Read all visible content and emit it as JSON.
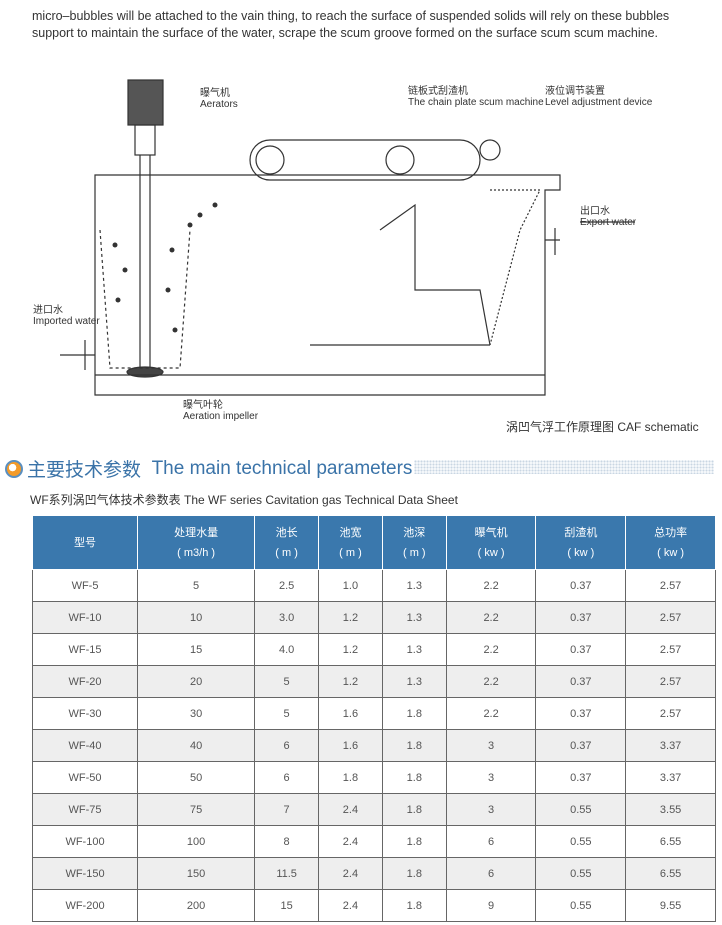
{
  "intro": "micro–bubbles will be attached to the vain thing, to reach the surface of suspended solids will rely on these bubbles support to maintain the surface of the water, scrape the scum groove formed on the surface scum scum machine.",
  "diagram": {
    "aerators_cn": "曝气机",
    "aerators_en": "Aerators",
    "chain_cn": "链板式刮渣机",
    "chain_en": "The chain plate scum machine",
    "level_cn": "液位调节装置",
    "level_en": "Level adjustment device",
    "export_cn": "出口水",
    "export_en": "Export water",
    "import_cn": "进口水",
    "import_en": "Imported water",
    "impeller_cn": "曝气叶轮",
    "impeller_en": "Aeration impeller",
    "caption": "涡凹气浮工作原理图  CAF schematic"
  },
  "section": {
    "title_cn": "主要技术参数",
    "title_en": "The main technical parameters"
  },
  "table": {
    "title": "WF系列涡凹气体技术参数表  The WF series Cavitation gas Technical Data Sheet",
    "headers": [
      [
        "型号",
        ""
      ],
      [
        "处理水量",
        "( m3/h )"
      ],
      [
        "池长",
        "( m )"
      ],
      [
        "池宽",
        "( m )"
      ],
      [
        "池深",
        "( m )"
      ],
      [
        "曝气机",
        "( kw )"
      ],
      [
        "刮渣机",
        "( kw )"
      ],
      [
        "总功率",
        "( kw )"
      ]
    ],
    "rows": [
      [
        "WF-5",
        "5",
        "2.5",
        "1.0",
        "1.3",
        "2.2",
        "0.37",
        "2.57"
      ],
      [
        "WF-10",
        "10",
        "3.0",
        "1.2",
        "1.3",
        "2.2",
        "0.37",
        "2.57"
      ],
      [
        "WF-15",
        "15",
        "4.0",
        "1.2",
        "1.3",
        "2.2",
        "0.37",
        "2.57"
      ],
      [
        "WF-20",
        "20",
        "5",
        "1.2",
        "1.3",
        "2.2",
        "0.37",
        "2.57"
      ],
      [
        "WF-30",
        "30",
        "5",
        "1.6",
        "1.8",
        "2.2",
        "0.37",
        "2.57"
      ],
      [
        "WF-40",
        "40",
        "6",
        "1.6",
        "1.8",
        "3",
        "0.37",
        "3.37"
      ],
      [
        "WF-50",
        "50",
        "6",
        "1.8",
        "1.8",
        "3",
        "0.37",
        "3.37"
      ],
      [
        "WF-75",
        "75",
        "7",
        "2.4",
        "1.8",
        "3",
        "0.55",
        "3.55"
      ],
      [
        "WF-100",
        "100",
        "8",
        "2.4",
        "1.8",
        "6",
        "0.55",
        "6.55"
      ],
      [
        "WF-150",
        "150",
        "11.5",
        "2.4",
        "1.8",
        "6",
        "0.55",
        "6.55"
      ],
      [
        "WF-200",
        "200",
        "15",
        "2.4",
        "1.8",
        "9",
        "0.55",
        "9.55"
      ]
    ]
  }
}
